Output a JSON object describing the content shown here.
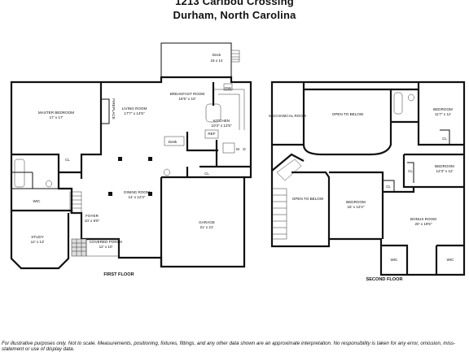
{
  "header": {
    "address": "1213 Caribou Crossing",
    "city": "Durham, North Carolina"
  },
  "first_floor": {
    "label": "FIRST FLOOR",
    "rooms": {
      "deck": {
        "name": "Deck",
        "size": "16 x 14"
      },
      "breakfast": {
        "name": "BREAKFAST ROOM",
        "size": "16'5\" x 10'"
      },
      "master": {
        "name": "MASTER BEDROOM",
        "size": "17' x 17'"
      },
      "living": {
        "name": "LIVING ROOM",
        "size": "17'7\" x 14'5\""
      },
      "fireplace": {
        "name": "FIREPLACE"
      },
      "kitchen": {
        "name": "KITCHEN",
        "size": "10'3\" x 12'5\""
      },
      "desk": {
        "name": "Desk"
      },
      "ref": {
        "name": "REF"
      },
      "dw": {
        "name": "DW"
      },
      "mw": {
        "name": "M"
      },
      "dryer": {
        "name": "D"
      },
      "cl_master": {
        "name": "CL"
      },
      "cl_hall": {
        "name": "CL"
      },
      "wic": {
        "name": "WIC"
      },
      "dining": {
        "name": "DINING ROOM",
        "size": "14' x 12'3\""
      },
      "foyer": {
        "name": "FOYER",
        "size": "10' x 6'5\""
      },
      "study": {
        "name": "STUDY",
        "size": "12' x 13'"
      },
      "porch": {
        "name": "COVERED PORCH",
        "size": "12' x 10'"
      },
      "garage": {
        "name": "GARAGE",
        "size": "21' x 21'"
      }
    }
  },
  "second_floor": {
    "label": "SECOND FLOOR",
    "rooms": {
      "mechanical": {
        "name": "MECHANICAL ROOM"
      },
      "open_top": {
        "name": "OPEN TO BELOW"
      },
      "bedroom1": {
        "name": "BEDROOM",
        "size": "11'7\" x 11'"
      },
      "cl1": {
        "name": "CL"
      },
      "bedroom2": {
        "name": "BEDROOM",
        "size": "12'3\" x 12'"
      },
      "cl2": {
        "name": "CL"
      },
      "open_left": {
        "name": "OPEN TO BELOW"
      },
      "bedroom3": {
        "name": "BEDROOM",
        "size": "16' x 12'4\""
      },
      "cl3": {
        "name": "CL"
      },
      "bonus": {
        "name": "BONUS ROOM",
        "size": "20' x 19'5\""
      },
      "wic_l": {
        "name": "WIC"
      },
      "wic_r": {
        "name": "WIC"
      }
    }
  },
  "disclaimer": "For illustrative purposes only. Not to scale. Measurements, positioning, fixtures, fittings, and any other data shown are an approximate interpretation. No responsibility is taken for any error, omission, miss-statement or use of display data."
}
